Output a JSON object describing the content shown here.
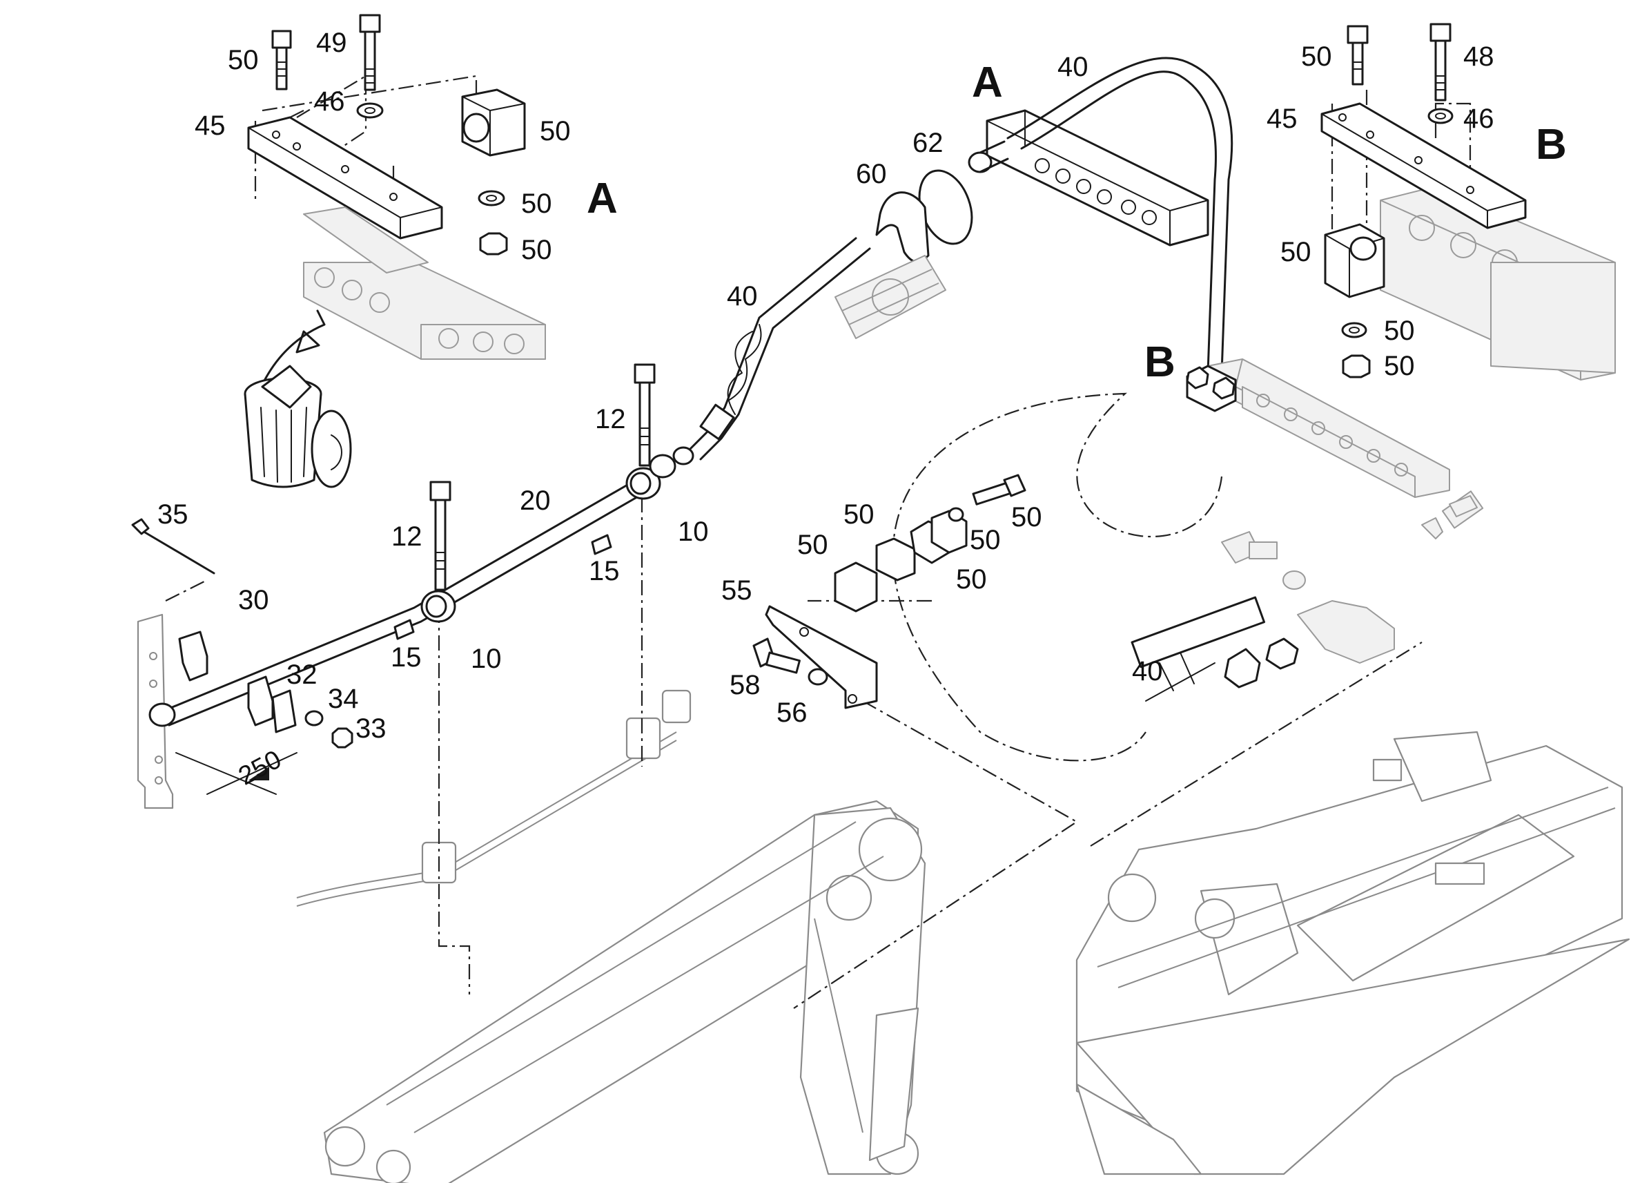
{
  "labels": {
    "l50a": "50",
    "l49": "49",
    "l46a": "46",
    "l45a": "45",
    "l50b": "50",
    "l50c": "50",
    "l50d": "50",
    "lAa": "A",
    "lA2": "A",
    "l40a": "40",
    "l62": "62",
    "l60": "60",
    "l40b": "40",
    "l50e": "50",
    "l48": "48",
    "l45b": "45",
    "l46b": "46",
    "lB": "B",
    "l50f": "50",
    "l50g": "50",
    "l50h": "50",
    "lB2": "B",
    "l12a": "12",
    "l12b": "12",
    "l20": "20",
    "l10a": "10",
    "l15a": "15",
    "l10b": "10",
    "l15b": "15",
    "l35": "35",
    "l30": "30",
    "l32": "32",
    "l34": "34",
    "l33": "33",
    "l250": "250",
    "l50i": "50",
    "l50j": "50",
    "l50k": "50",
    "l50l": "50",
    "l50m": "50",
    "l55": "55",
    "l58": "58",
    "l56": "56",
    "l40c": "40"
  },
  "icons": [
    "trash-can-icon"
  ],
  "colors": {
    "ink": "#1a1a1a",
    "ghost": "#9a9a9a",
    "background": "#ffffff"
  }
}
